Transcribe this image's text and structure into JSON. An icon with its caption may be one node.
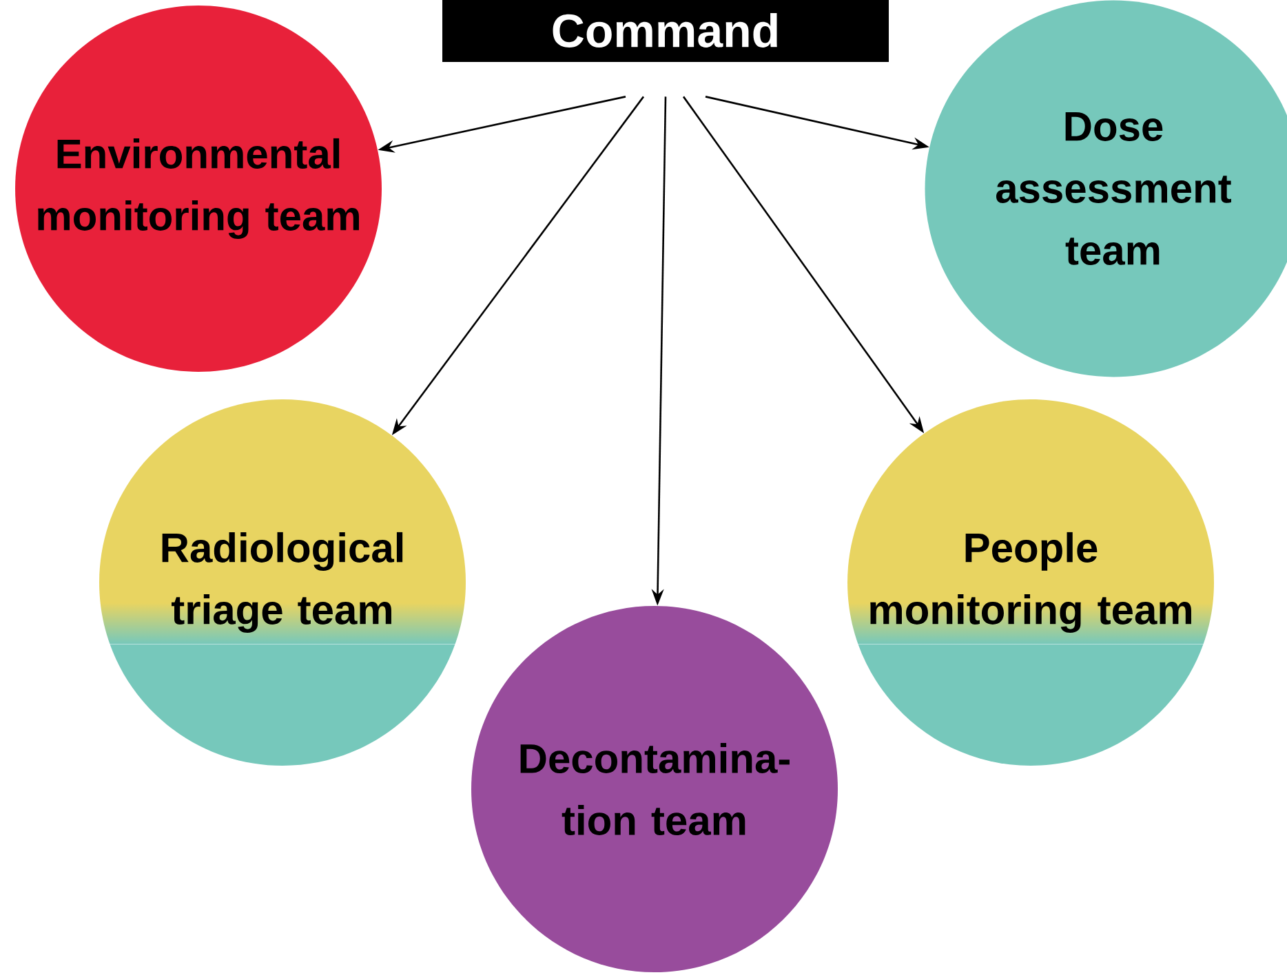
{
  "diagram": {
    "nodes": [
      {
        "text": [
          "Command"
        ]
      },
      {
        "text": [
          "Environmental monitoring team"
        ]
      },
      {
        "text": [
          "Dose assessment team"
        ]
      },
      {
        "text": [
          "Radiological triage team"
        ]
      },
      {
        "text": [
          "People monitoring team"
        ]
      },
      {
        "text": [
          "Decontamina- tion team"
        ]
      }
    ],
    "edges": [
      {
        "from": 0,
        "to": 1,
        "arrow": "to"
      },
      {
        "from": 0,
        "to": 3,
        "arrow": "to"
      },
      {
        "from": 0,
        "to": 5,
        "arrow": "to"
      },
      {
        "from": 0,
        "to": 4,
        "arrow": "to"
      },
      {
        "from": 0,
        "to": 2,
        "arrow": "to"
      }
    ]
  }
}
